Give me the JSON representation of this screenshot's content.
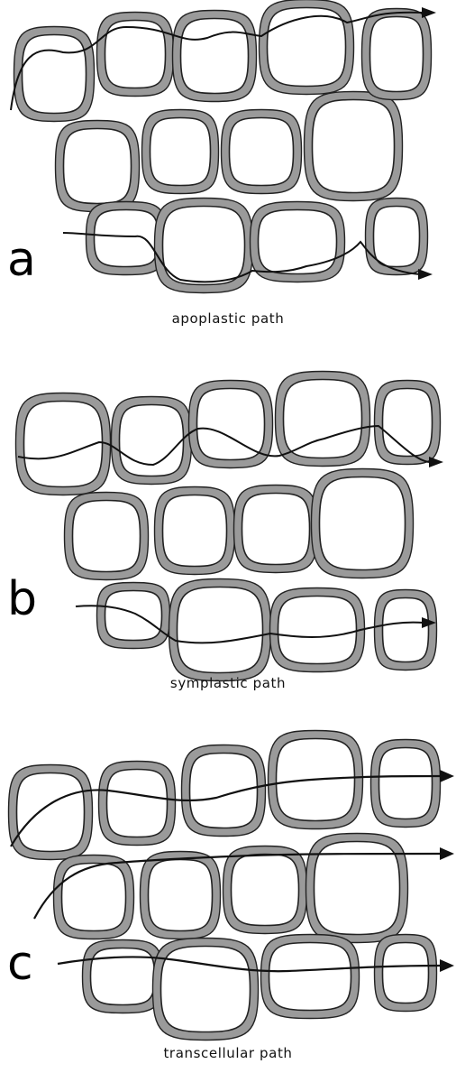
{
  "panels": [
    {
      "letter": "a",
      "caption": "apoplastic path"
    },
    {
      "letter": "b",
      "caption": "symplastic path"
    },
    {
      "letter": "c",
      "caption": "transcellular path"
    }
  ]
}
